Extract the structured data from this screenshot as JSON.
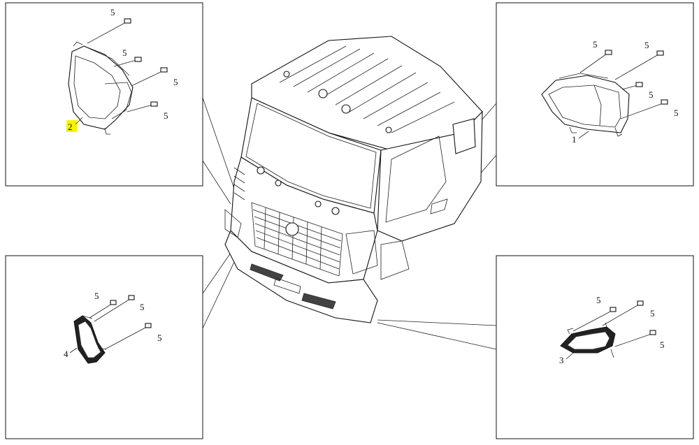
{
  "callouts": {
    "part1": "1",
    "part2": "2",
    "part3": "3",
    "part4": "4",
    "bolt": "5"
  },
  "colors": {
    "highlight": "#f7f300",
    "line": "#111111",
    "background": "#ffffff"
  }
}
